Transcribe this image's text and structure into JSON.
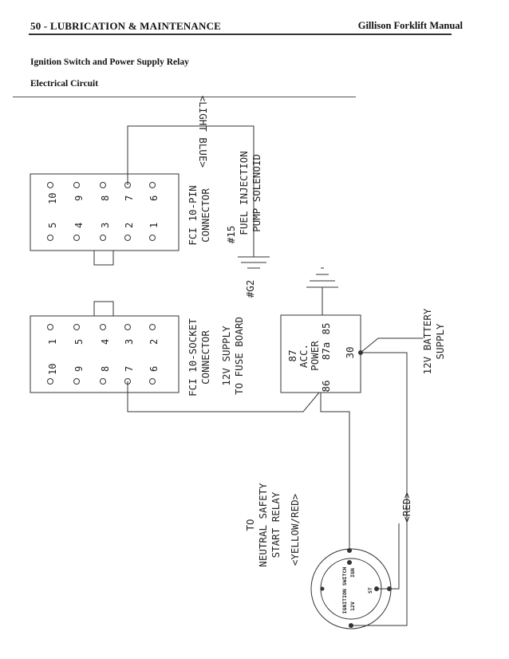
{
  "header": {
    "section": "50 - LUBRICATION & MAINTENANCE",
    "manual": "Gillison Forklift Manual"
  },
  "subheadings": {
    "line1": "Ignition Switch and Power Supply Relay",
    "line2": "Electrical Circuit"
  },
  "diagram": {
    "wire_light_blue": "<LIGHT BLUE>",
    "fuel_solenoid": [
      "#15",
      "FUEL INJECTION",
      "PUMP SOLENOID"
    ],
    "pin_connector": [
      "FCI 10-PIN",
      "CONNECTOR"
    ],
    "socket_connector": [
      "FCI 10-SOCKET",
      "CONNECTOR"
    ],
    "ground": "#G2",
    "supply_fuse": [
      "12V SUPPLY",
      "TO FUSE BOARD"
    ],
    "relay": {
      "lines": [
        "87",
        "ACC.",
        "POWER",
        "86",
        "87a",
        "85"
      ],
      "terminal_30": "30"
    },
    "battery": [
      "12V BATTERY",
      "SUPPLY"
    ],
    "neutral": [
      "TO",
      "NEUTRAL SAFETY",
      "START RELAY"
    ],
    "wire_yellow_red": "<YELLOW/RED>",
    "wire_red": "<RED>",
    "switch": {
      "title": "IGNITION SWITCH",
      "ign": "IGN",
      "v12": "12V",
      "st": "ST"
    },
    "pin_numbers": [
      "1",
      "2",
      "3",
      "4",
      "5",
      "6",
      "7",
      "8",
      "9",
      "10"
    ]
  }
}
